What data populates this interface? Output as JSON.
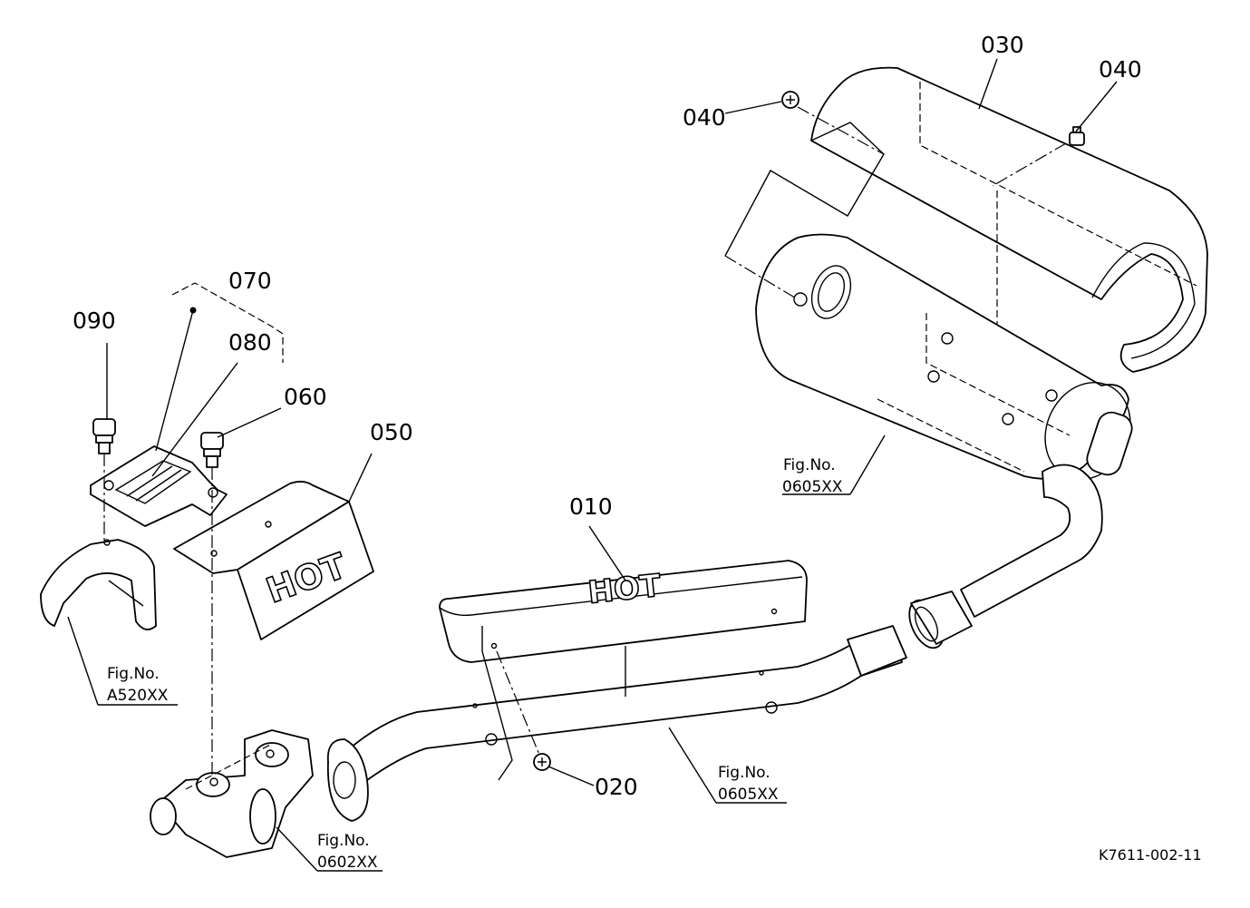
{
  "callouts": {
    "p010": "010",
    "p020": "020",
    "p030": "030",
    "p040a": "040",
    "p040b": "040",
    "p050": "050",
    "p060": "060",
    "p070": "070",
    "p080": "080",
    "p090": "090"
  },
  "figure_refs": {
    "muffler": {
      "label": "Fig.No.",
      "number": "0605XX"
    },
    "pipe": {
      "label": "Fig.No.",
      "number": "0605XX"
    },
    "bracket": {
      "label": "Fig.No.",
      "number": "A520XX"
    },
    "manifold": {
      "label": "Fig.No.",
      "number": "0602XX"
    }
  },
  "markings": {
    "cover_text": "HOT",
    "shield_text": "HOT"
  },
  "drawing_code": "K7611-002-11"
}
